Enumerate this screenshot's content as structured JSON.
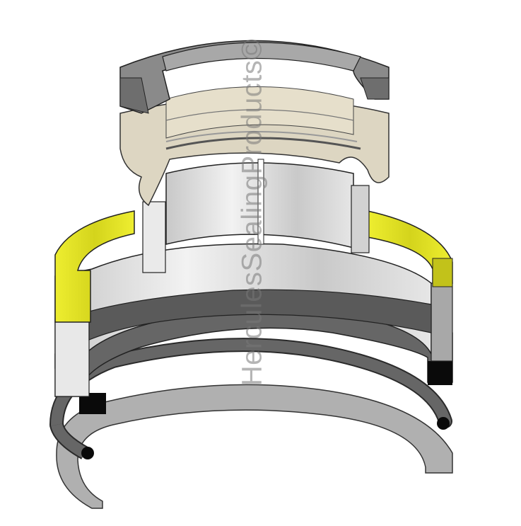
{
  "diagram": {
    "type": "exploded seal assembly illustration",
    "watermark": "HerculesSealingProducts©",
    "components": [
      {
        "name": "wiper-ring",
        "color": "#8a8a8a",
        "label": "grey wiper / top ring"
      },
      {
        "name": "chevron-vee-packing-stack",
        "color": "#ddd6c2",
        "label": "beige V-packing stack"
      },
      {
        "name": "internal-backup-ring",
        "color": "#8c8c8c",
        "label": "grey internal ring"
      },
      {
        "name": "support-sleeve",
        "color": "#d4d4d4",
        "label": "silver sleeve with slots"
      },
      {
        "name": "guide-ring-yellow",
        "color": "#e8e820",
        "label": "yellow outer guide ring"
      },
      {
        "name": "seal-body",
        "color": "#cfcfcf",
        "label": "silver seal body"
      },
      {
        "name": "lower-dark-ring",
        "color": "#5e5e5e",
        "label": "dark grey lower ring"
      },
      {
        "name": "o-ring",
        "color": "#5a5a5a",
        "label": "dark O-ring (cut section)"
      },
      {
        "name": "flat-backup-ring",
        "color": "#a8a8a8",
        "label": "flat grey backup ring"
      }
    ],
    "colors": {
      "yellow": "#e9e926",
      "yellow_dark": "#b8b814",
      "silver": "#d9d9d9",
      "silver_dark": "#a5a5a5",
      "beige": "#ddd6c2",
      "beige_dark": "#c2b9a0",
      "grey": "#8a8a8a",
      "grey_dark": "#5e5e5e",
      "black": "#0a0a0a",
      "outline": "#2a2a2a"
    }
  }
}
